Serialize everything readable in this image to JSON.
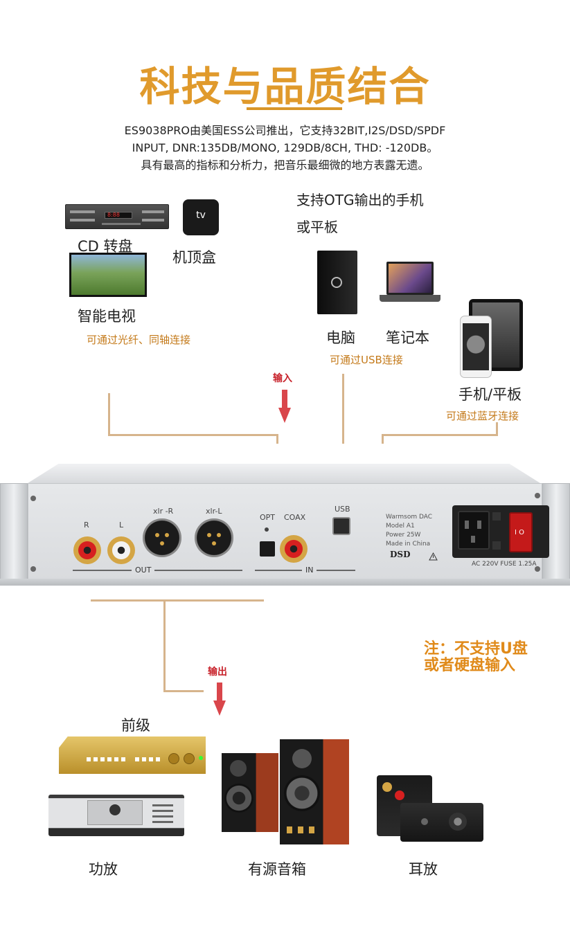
{
  "title": "科技与品质结合",
  "description": [
    "ES9038PRO由美国ESS公司推出，它支持32BIT,I2S/DSD/SPDF",
    "INPUT, DNR:135DB/MONO, 129DB/8CH, THD: -120DB。",
    "具有最高的指标和分析力，把音乐最细微的地方表露无遗。"
  ],
  "inputs": {
    "cd_label": "CD 转盘",
    "settop_label": "机顶盒",
    "tv_label": "智能电视",
    "optical_note": "可通过光纤、同轴连接",
    "otg_label_line1": "支持OTG输出的手机",
    "otg_label_line2": "或平板",
    "pc_label": "电脑",
    "laptop_label": "笔记本",
    "usb_note": "可通过USB连接",
    "phone_label": "手机/平板",
    "bt_note": "可通过蓝牙连接",
    "input_arrow": "输入",
    "cd_display": "8:88",
    "appletv_text": "tv"
  },
  "device": {
    "r": "R",
    "l": "L",
    "xlr_r": "xlr -R",
    "xlr_l": "xlr-L",
    "out": "OUT",
    "opt": "OPT",
    "coax": "COAX",
    "in": "IN",
    "usb": "USB",
    "spec_lines": [
      "Warmsom DAC",
      "Model  A1",
      "Power  25W",
      "Made in China"
    ],
    "dsd": "DSD",
    "ac_label": "AC 220V  FUSE 1.25A"
  },
  "outputs": {
    "output_arrow": "输出",
    "note_line1": "注：不支持U盘",
    "note_line2": "或者硬盘输入",
    "preamp_label": "前级",
    "amp_label": "功放",
    "speakers_label": "有源音箱",
    "headamp_label": "耳放"
  }
}
